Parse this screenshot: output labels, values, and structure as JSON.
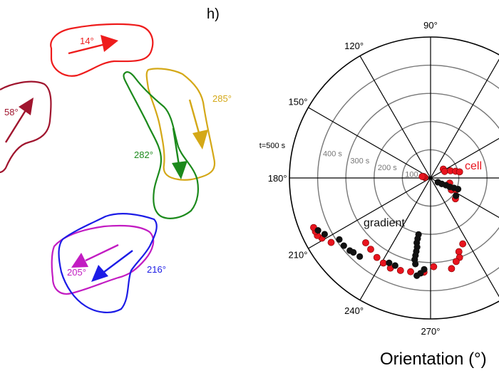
{
  "panel_label": "h)",
  "cells": [
    {
      "label": "14°",
      "color": "#ee1c1c"
    },
    {
      "label": "58°",
      "color": "#a0152e"
    },
    {
      "label": "285°",
      "color": "#d4a817"
    },
    {
      "label": "282°",
      "color": "#1c8a1c"
    },
    {
      "label": "205°",
      "color": "#c21cc2"
    },
    {
      "label": "216°",
      "color": "#1c1ce6"
    }
  ],
  "chart_data": {
    "type": "scatter",
    "coordinate_system": "polar",
    "angle_unit": "degrees",
    "angle_ticks": [
      "90°",
      "120°",
      "150°",
      "180°",
      "210°",
      "240°",
      "270°"
    ],
    "radius_ticks": [
      "100 s",
      "200 s",
      "300 s",
      "400 s",
      "t=500 s"
    ],
    "radius_range": [
      0,
      500
    ],
    "xlabel": "Orientation (°)",
    "grid": true,
    "series": [
      {
        "name": "cell",
        "color": "#e8141e",
        "points": [
          {
            "theta": 175,
            "r": 20
          },
          {
            "theta": 168,
            "r": 25
          },
          {
            "theta": 170,
            "r": 30
          },
          {
            "theta": 35,
            "r": 55
          },
          {
            "theta": 25,
            "r": 55
          },
          {
            "theta": 20,
            "r": 75
          },
          {
            "theta": 15,
            "r": 92
          },
          {
            "theta": 12,
            "r": 105
          },
          {
            "theta": 345,
            "r": 70
          },
          {
            "theta": 330,
            "r": 85
          },
          {
            "theta": 320,
            "r": 115
          },
          {
            "theta": 335,
            "r": 100
          },
          {
            "theta": 296,
            "r": 260
          },
          {
            "theta": 291,
            "r": 280
          },
          {
            "theta": 290,
            "r": 300
          },
          {
            "theta": 287,
            "r": 310
          },
          {
            "theta": 283,
            "r": 330
          },
          {
            "theta": 272,
            "r": 315
          },
          {
            "theta": 266,
            "r": 335
          },
          {
            "theta": 258,
            "r": 340
          },
          {
            "theta": 252,
            "r": 345
          },
          {
            "theta": 246,
            "r": 350
          },
          {
            "theta": 241,
            "r": 345
          },
          {
            "theta": 236,
            "r": 340
          },
          {
            "theta": 230,
            "r": 330
          },
          {
            "theta": 225,
            "r": 325
          },
          {
            "theta": 213,
            "r": 420
          },
          {
            "theta": 209,
            "r": 440
          },
          {
            "theta": 207,
            "r": 450
          },
          {
            "theta": 205,
            "r": 450
          },
          {
            "theta": 203,
            "r": 450
          }
        ]
      },
      {
        "name": "gradient",
        "color": "#111111",
        "points": [
          {
            "theta": 330,
            "r": 30
          },
          {
            "theta": 332,
            "r": 45
          },
          {
            "theta": 335,
            "r": 60
          },
          {
            "theta": 335,
            "r": 75
          },
          {
            "theta": 337,
            "r": 90
          },
          {
            "theta": 338,
            "r": 105
          },
          {
            "theta": 325,
            "r": 110
          },
          {
            "theta": 258,
            "r": 205
          },
          {
            "theta": 258,
            "r": 220
          },
          {
            "theta": 258,
            "r": 235
          },
          {
            "theta": 259,
            "r": 250
          },
          {
            "theta": 259,
            "r": 265
          },
          {
            "theta": 259,
            "r": 280
          },
          {
            "theta": 259,
            "r": 295
          },
          {
            "theta": 260,
            "r": 310
          },
          {
            "theta": 266,
            "r": 325
          },
          {
            "theta": 264,
            "r": 340
          },
          {
            "theta": 262,
            "r": 350
          },
          {
            "theta": 248,
            "r": 335
          },
          {
            "theta": 244,
            "r": 335
          },
          {
            "theta": 228,
            "r": 375
          },
          {
            "theta": 224,
            "r": 380
          },
          {
            "theta": 222,
            "r": 385
          },
          {
            "theta": 218,
            "r": 390
          },
          {
            "theta": 214,
            "r": 390
          },
          {
            "theta": 208,
            "r": 425
          },
          {
            "theta": 205,
            "r": 440
          }
        ]
      }
    ]
  }
}
